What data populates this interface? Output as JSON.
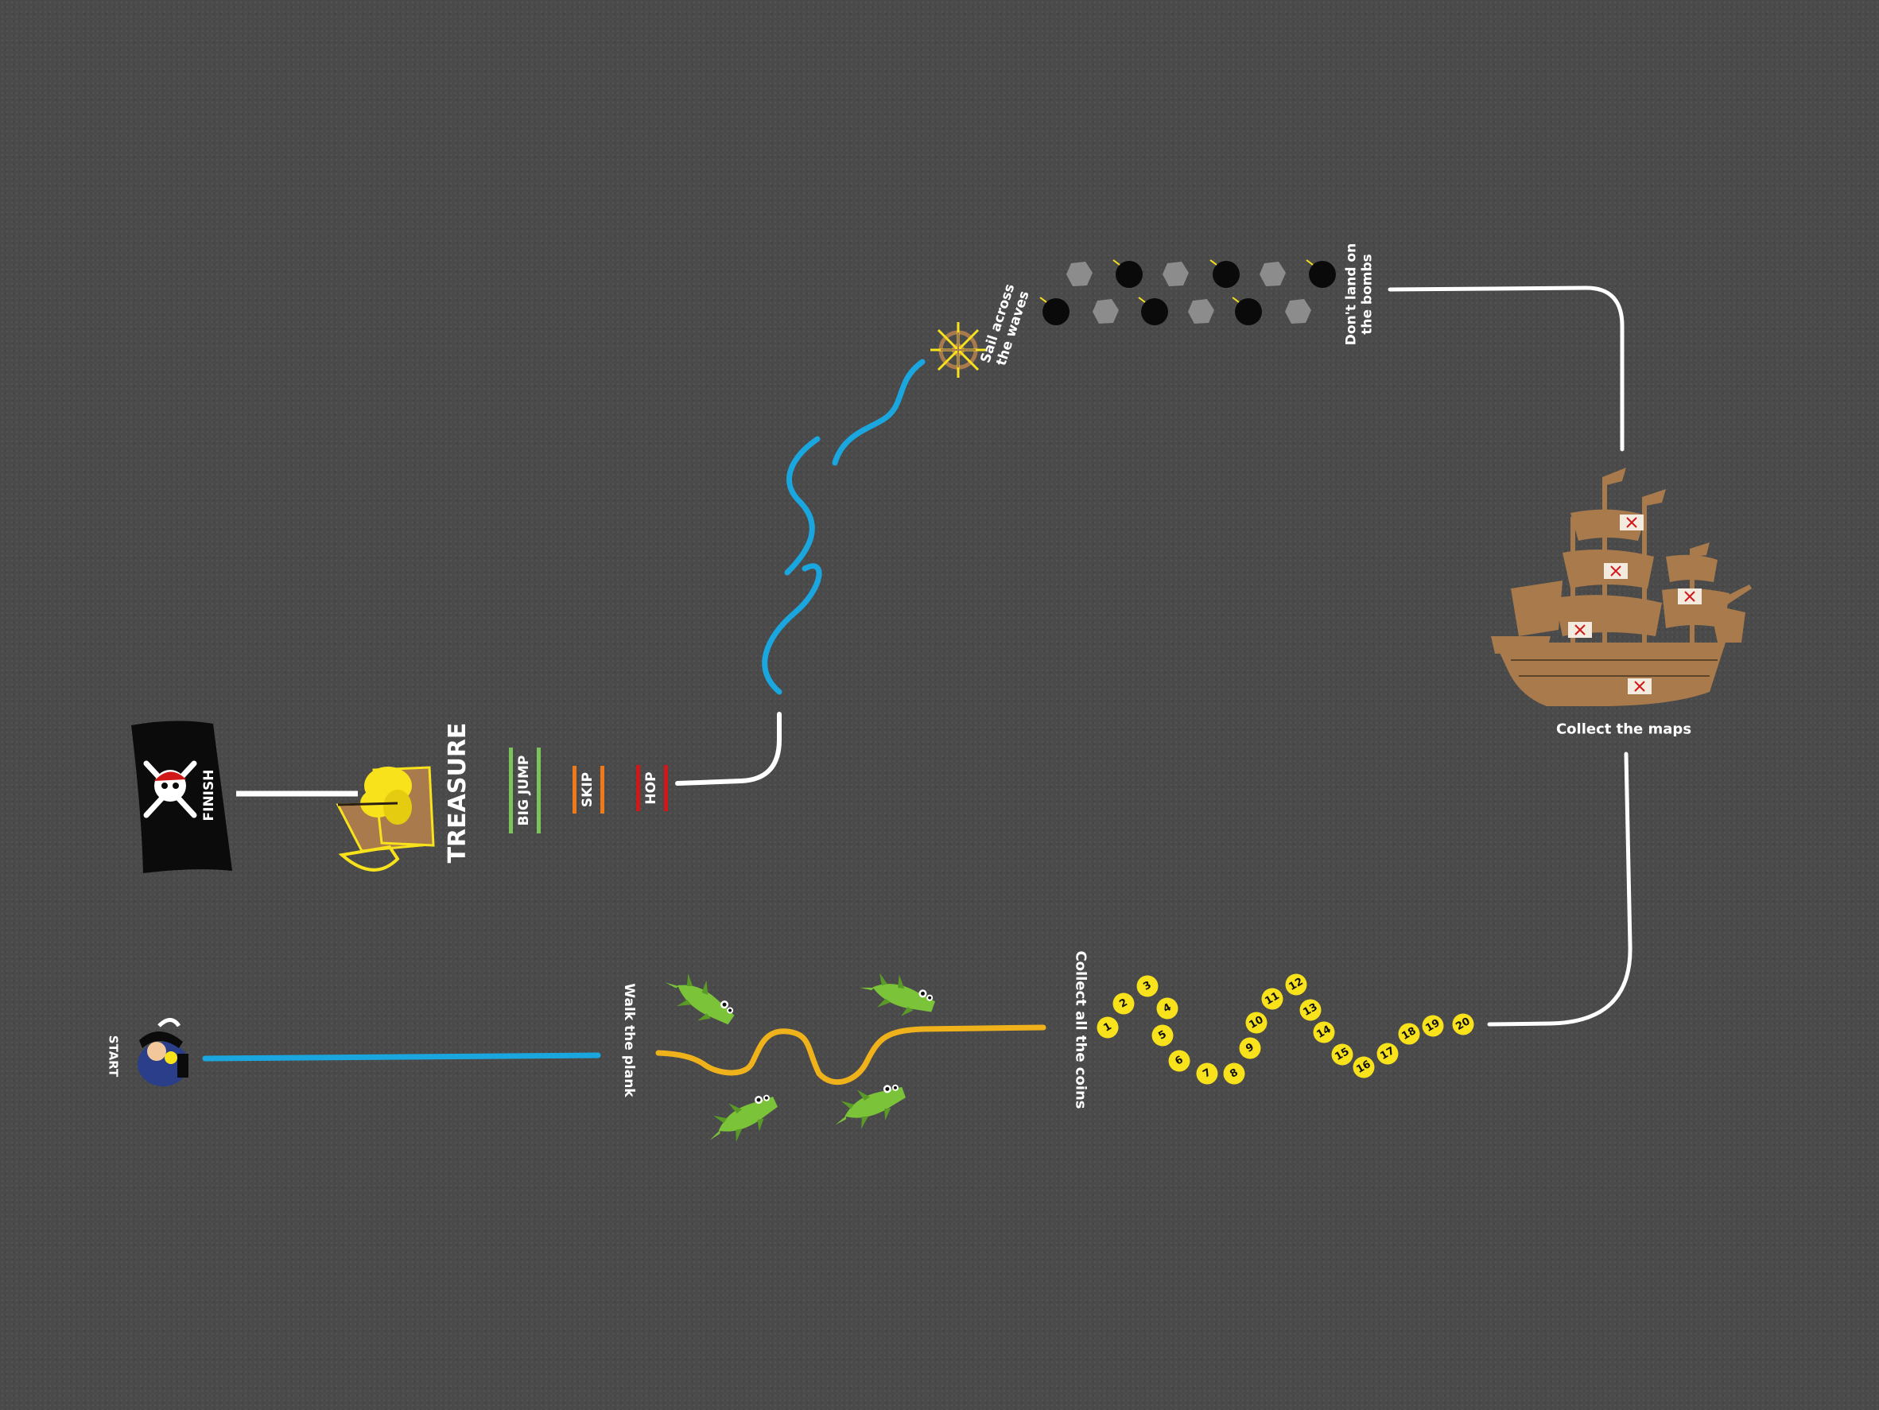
{
  "board": {
    "background": "#4a4a4a",
    "colors": {
      "path_white": "#ffffff",
      "path_blue": "#1aa7e0",
      "path_orange": "#f0b21a",
      "coin_yellow": "#f7e21b",
      "bomb_black": "#0a0a0a",
      "stone_grey": "#8c8c8c",
      "ship_brown": "#a87a4c",
      "big_jump_green": "#7bc45b",
      "skip_orange": "#f07a1a",
      "hop_red": "#d01818"
    }
  },
  "start": {
    "label": "START",
    "icon": "pirate-captain-icon"
  },
  "finish": {
    "label": "FINISH",
    "icon": "jolly-roger-flag-icon"
  },
  "treasure": {
    "label": "TREASURE",
    "icon": "treasure-chest-icon"
  },
  "moves": [
    {
      "label": "BIG JUMP",
      "color": "#7bc45b"
    },
    {
      "label": "SKIP",
      "color": "#f07a1a"
    },
    {
      "label": "HOP",
      "color": "#d01818"
    }
  ],
  "waves": {
    "label_line1": "Sail across",
    "label_line2": "the waves",
    "icon": "ships-wheel-icon"
  },
  "bombs": {
    "label_line1": "Don't land on",
    "label_line2": "the bombs",
    "icon": "bomb-icon"
  },
  "maps": {
    "label": "Collect the maps",
    "icon": "pirate-ship-icon"
  },
  "coins": {
    "label": "Collect all the coins",
    "numbers": [
      "1",
      "2",
      "3",
      "4",
      "5",
      "6",
      "7",
      "8",
      "9",
      "10",
      "11",
      "12",
      "13",
      "14",
      "15",
      "16",
      "17",
      "18",
      "19",
      "20"
    ]
  },
  "plank": {
    "label": "Walk the plank",
    "icon": "crocodile-icon"
  }
}
